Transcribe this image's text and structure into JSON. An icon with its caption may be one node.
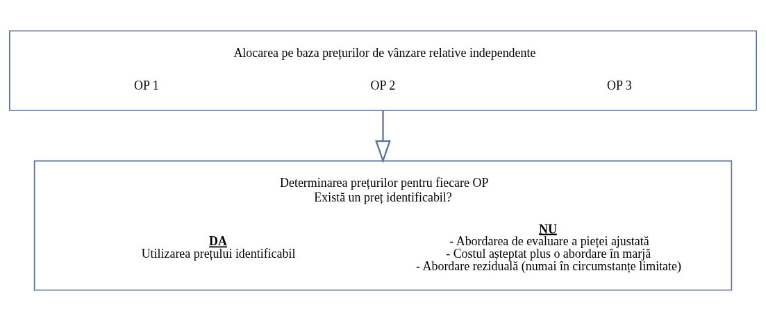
{
  "diagram": {
    "nodes": [
      {
        "text": [
          "Alocarea pe baza prețurilor de vânzare relative independente",
          "OP 1",
          "OP 2",
          "OP 3"
        ]
      },
      {
        "text": [
          "Determinarea prețurilor pentru fiecare OP",
          "Există un preț identificabil?",
          "DA",
          "Utilizarea prețului identificabil",
          "NU",
          "- Abordarea de evaluare a pieței ajustată",
          "- Costul așteptat plus o abordare în marjă",
          "- Abordare reziduală (numai în circumstanțe limitate)"
        ]
      }
    ],
    "edges": [
      {
        "from": 0,
        "to": 1,
        "arrow": "to"
      }
    ]
  }
}
